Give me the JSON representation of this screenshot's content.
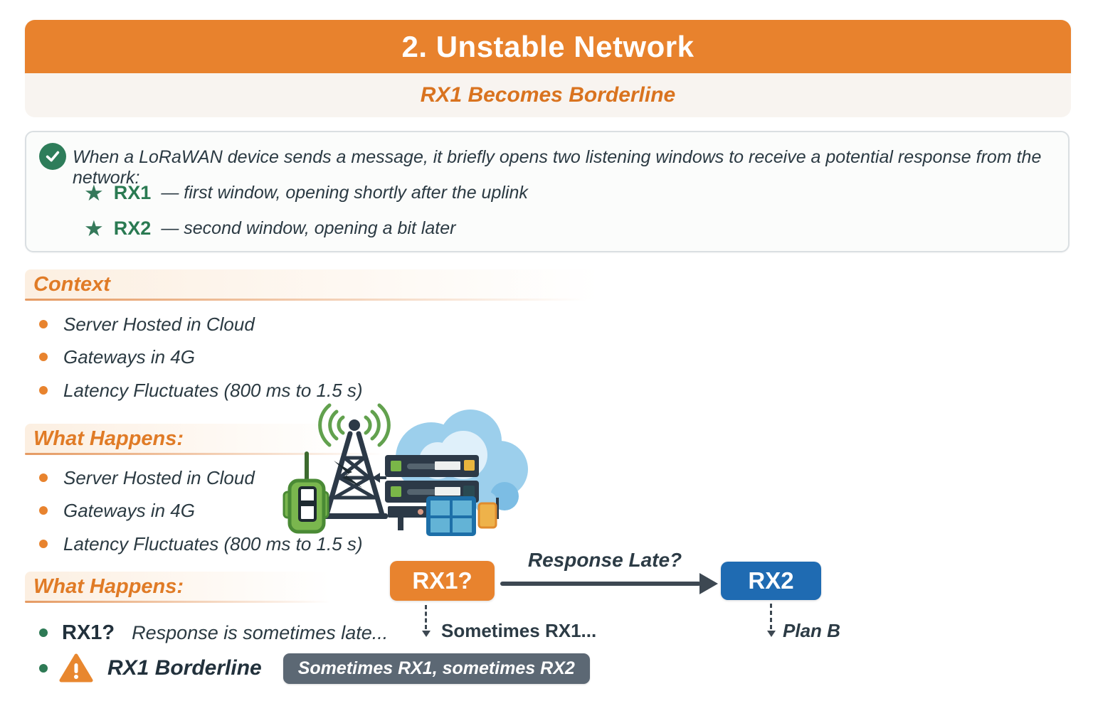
{
  "header": {
    "title": "2. Unstable Network",
    "subtitle": "RX1 Becomes Borderline"
  },
  "intro": {
    "icon": "check-circle-icon",
    "text": "When a LoRaWAN device sends a message, it briefly opens two listening windows to receive a potential response from the network:",
    "items": [
      {
        "term": "RX1",
        "desc": "— first window, opening shortly after the uplink"
      },
      {
        "term": "RX2",
        "desc": "— second window, opening a bit later"
      }
    ]
  },
  "context": {
    "heading": "Context",
    "bullets": [
      "Server Hosted in Cloud",
      "Gateways in 4G",
      "Latency Fluctuates (800 ms to 1.5 s)"
    ]
  },
  "what_happens": {
    "heading": "What Happens:",
    "bullets": [
      "Server Hosted in Cloud",
      "Gateways in 4G",
      "Latency Fluctuates (800 ms to 1.5 s)"
    ]
  },
  "illustration": {
    "icons": [
      "lorawan-device-icon",
      "lightning-icon",
      "radio-tower-icon",
      "signal-waves-icon",
      "cloud-icon",
      "server-rack-icon",
      "network-panel-icon"
    ]
  },
  "flow": {
    "rx1_label": "RX1?",
    "arrow_label": "Response Late?",
    "rx2_label": "RX2",
    "rx1_note": "Sometimes RX1...",
    "rx2_note": "Plan B"
  },
  "outcome": {
    "heading": "What Happens:",
    "item1": {
      "term": "RX1?",
      "desc": "Response is sometimes late..."
    },
    "item2": {
      "term": "RX1 Borderline",
      "badge": "Sometimes RX1, sometimes RX2"
    }
  },
  "colors": {
    "banner_orange": "#e8822d",
    "subtitle_orange": "#d9731f",
    "section_orange": "#e07b26",
    "bullet_orange": "#e8832e",
    "accent_green": "#2e7d5a",
    "rx2_blue": "#1f6bb2",
    "arrow_slate": "#3d4852",
    "badge_gray": "#5c6874",
    "warning_orange": "#e8872f",
    "dark_text": "#2c3b45"
  }
}
